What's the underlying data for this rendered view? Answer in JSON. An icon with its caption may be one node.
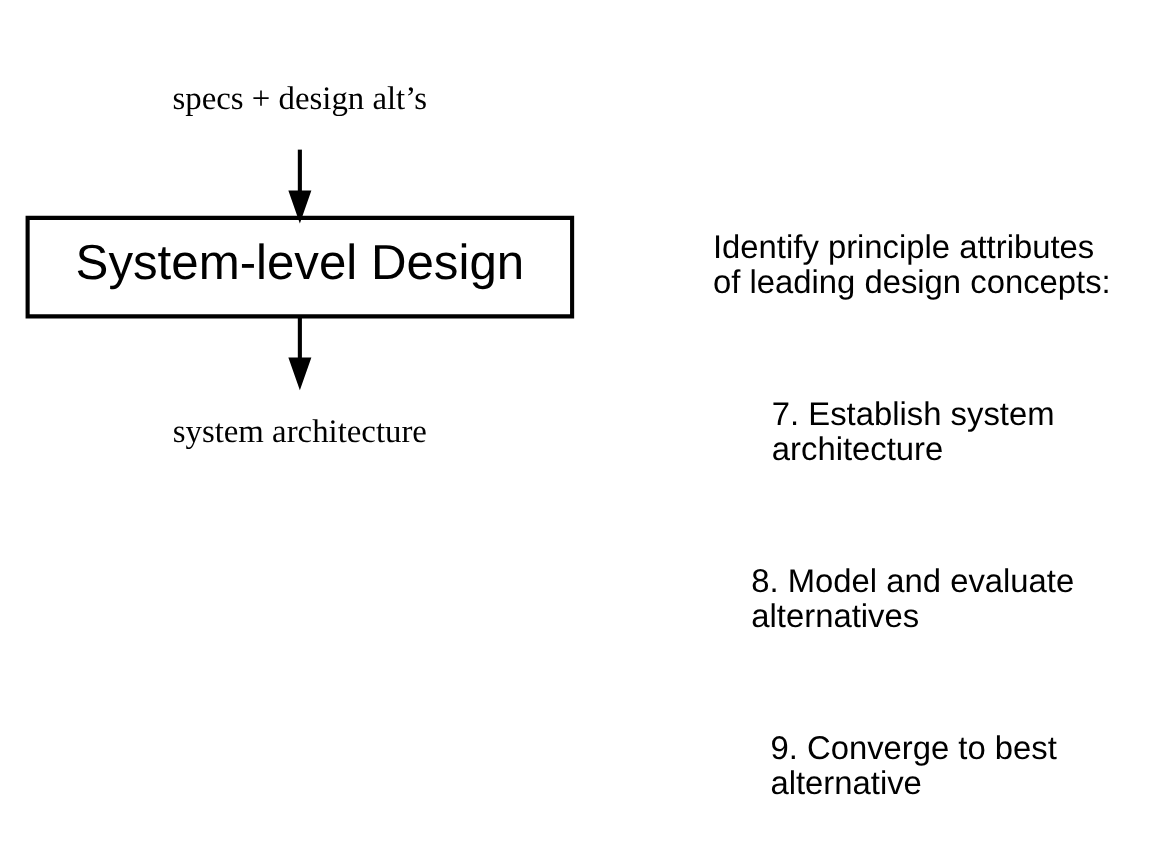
{
  "diagram": {
    "nodes": [
      {
        "text": [
          "specs + design alt’s"
        ]
      },
      {
        "text": [
          "System-level Design"
        ]
      },
      {
        "text": [
          "system architecture"
        ]
      }
    ],
    "edges": [
      {
        "from": 0,
        "to": 1,
        "arrow": "to"
      },
      {
        "from": 1,
        "to": 2,
        "arrow": "to"
      }
    ],
    "labels": [
      "Identify principle attributes of leading design concepts:",
      "7. Establish system architecture",
      "8. Model and evaluate alternatives",
      "9. Converge to best alternative"
    ]
  }
}
